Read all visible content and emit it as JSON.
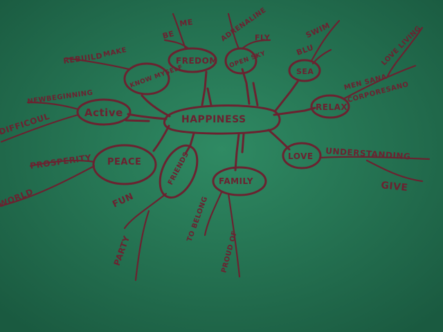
{
  "mind_map": {
    "center": "HAPPINESS",
    "nodes": {
      "freedom": "FREDOM",
      "know_myself": "KNOW MYSELF",
      "open_sky": "OPEN SKY",
      "sea": "SEA",
      "relax": "RELAX",
      "active": "Active",
      "peace": "PEACE",
      "friends": "FRIENDS",
      "family": "FAMILY",
      "love": "LOVE"
    },
    "branches": {
      "me": "ME",
      "be": "BE",
      "adrenaline": "ADRENALINE",
      "fly": "FLY",
      "swim": "SWIM",
      "blu": "BLU",
      "love_living": "LOVE LIVING",
      "mens_sana": "MEN SANA",
      "corpore_sano": "CORPORESANO",
      "rebuild": "REBUILD",
      "make": "MAKE",
      "new_beginning": "NEWBEGINNING",
      "difficult": "DIFFICOUL",
      "prosperity": "PROSPERITY",
      "world": "WORLD",
      "fun": "FUN",
      "party": "PARTY",
      "to_belong": "TO BELONG",
      "proud_of": "PROUD OF",
      "understanding": "UNDERSTANDING",
      "give": "GIVE"
    }
  },
  "colors": {
    "paper": "#1f6a4c",
    "ink": "#6b2230"
  }
}
